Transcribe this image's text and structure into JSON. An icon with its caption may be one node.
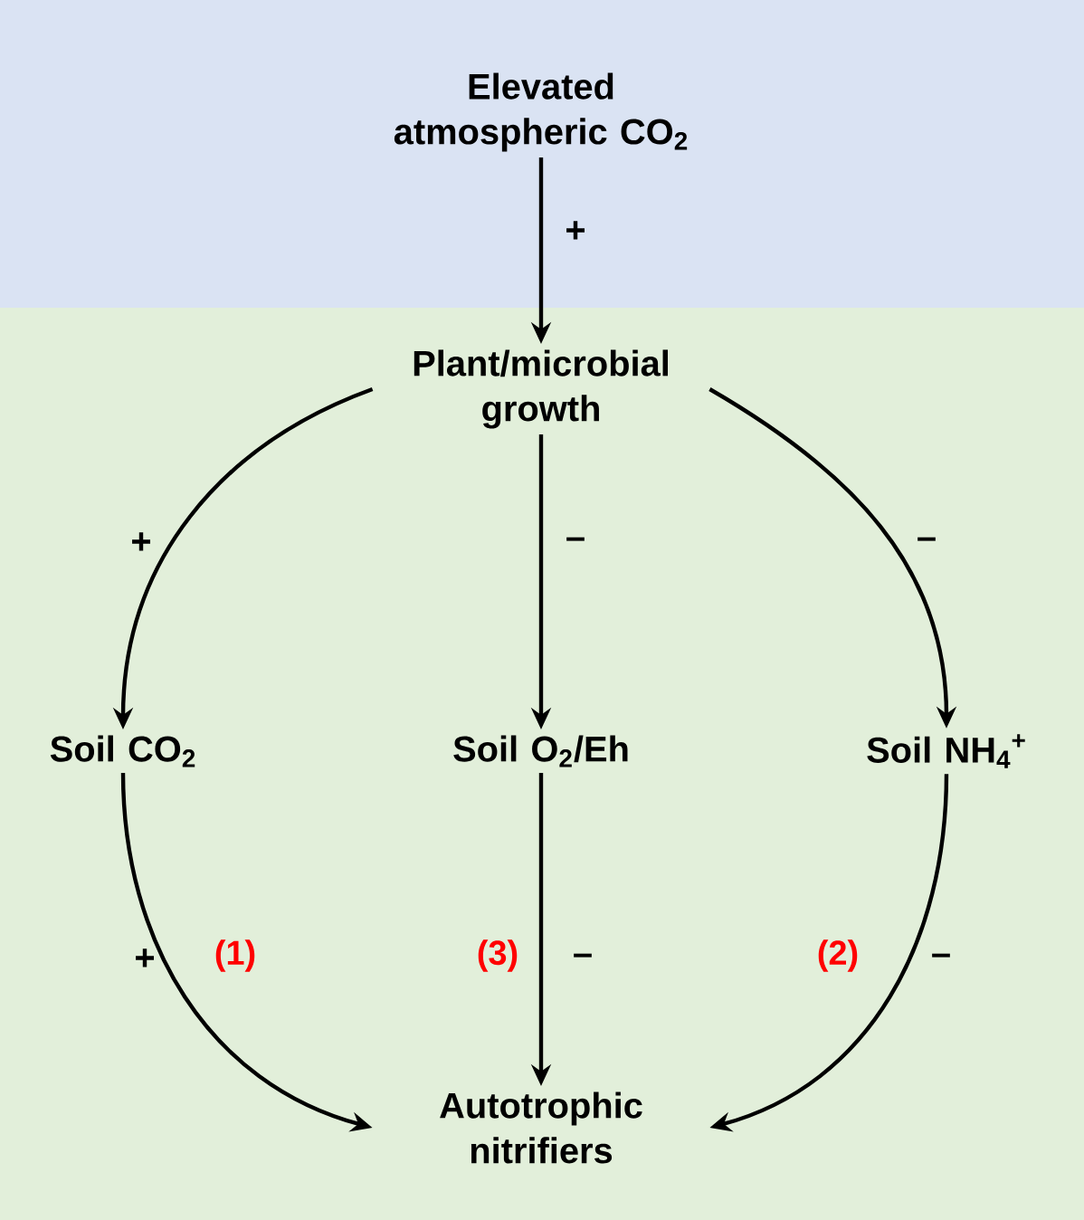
{
  "diagram": {
    "nodes": [
      {
        "text": [
          "Elevated atmospheric CO$_{2}$"
        ]
      },
      {
        "text": [
          "Plant/microbial growth"
        ]
      },
      {
        "text": [
          "Soil CO$_{2}$"
        ]
      },
      {
        "text": [
          "Soil O$_{2}$/Eh"
        ]
      },
      {
        "text": [
          "Soil NH$_{4}$$^{+}$"
        ]
      },
      {
        "text": [
          "Autotrophic nitrifiers"
        ]
      }
    ],
    "edges": [
      {
        "from": 0,
        "to": 1,
        "arrow": "to",
        "label": "+"
      },
      {
        "from": 1,
        "to": 2,
        "arrow": "to",
        "label": "+"
      },
      {
        "from": 1,
        "to": 3,
        "arrow": "to",
        "label": "–"
      },
      {
        "from": 1,
        "to": 4,
        "arrow": "to",
        "label": "–"
      },
      {
        "from": 2,
        "to": 5,
        "arrow": "to",
        "label": "+"
      },
      {
        "from": 3,
        "to": 5,
        "arrow": "to",
        "label": "–"
      },
      {
        "from": 4,
        "to": 5,
        "arrow": "to",
        "label": "–"
      }
    ],
    "labels": [
      "(1)",
      "(3)",
      "(2)"
    ]
  }
}
